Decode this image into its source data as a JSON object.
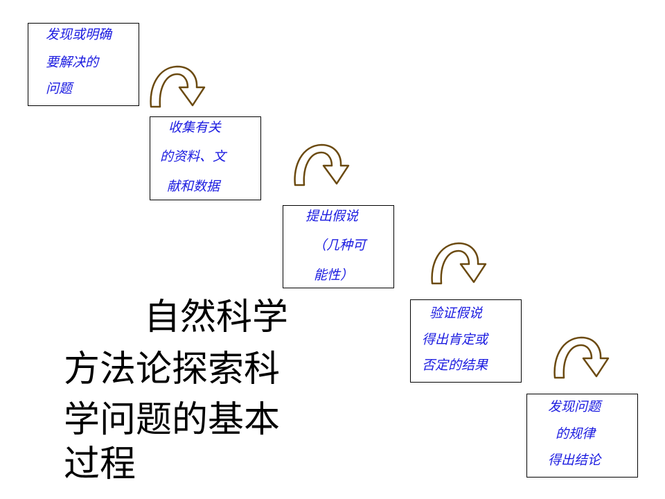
{
  "steps": [
    {
      "lines": [
        "发现或明确",
        "要解决的",
        "问题"
      ]
    },
    {
      "lines": [
        "收集有关",
        "的资料、文",
        "献和数据"
      ]
    },
    {
      "lines": [
        "提出假说",
        "（几种可",
        "能性）"
      ]
    },
    {
      "lines": [
        "验证假说",
        "得出肯定或",
        "否定的结果"
      ]
    },
    {
      "lines": [
        "发现问题",
        "的规律",
        "得出结论"
      ]
    }
  ],
  "title": {
    "lines": [
      "自然科学",
      "方法论探索科",
      "学问题的基本",
      "过程"
    ]
  },
  "colors": {
    "step_text": "#1b1be0",
    "arrow_stroke": "#6b4a10",
    "arrow_fill": "#ffffff",
    "border": "#000000"
  },
  "icons": {
    "connector": "curved-arrow-icon"
  }
}
